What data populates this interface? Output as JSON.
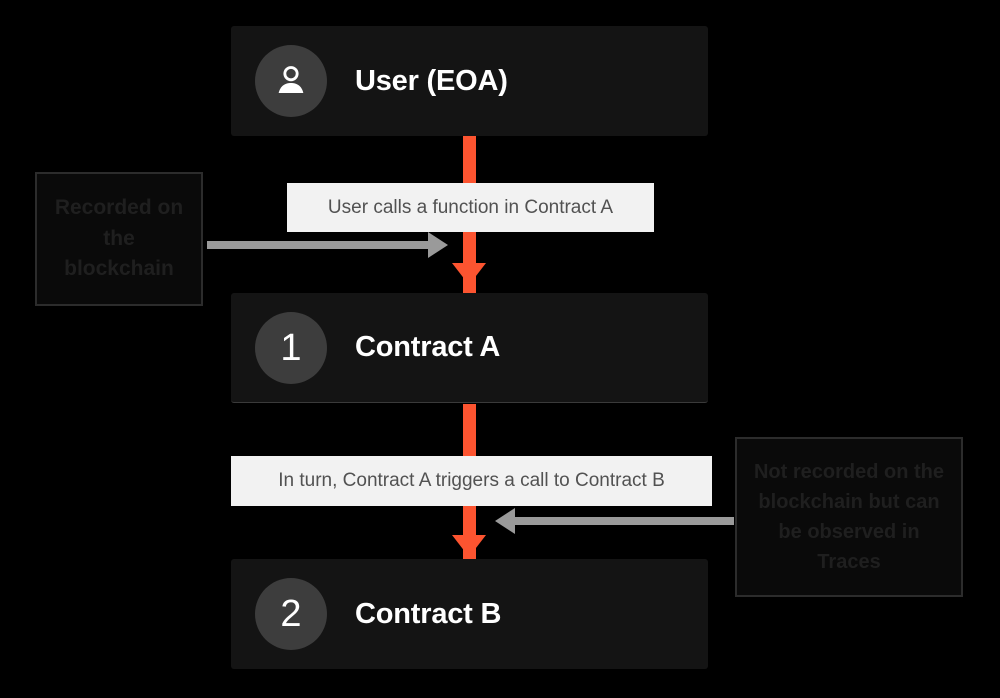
{
  "diagram": {
    "background_color": "#000000",
    "accent_color": "#FC5430",
    "gray_arrow_color": "#9A9A9A",
    "node_background": "#141414",
    "caption_background": "#F2F2F2"
  },
  "nodes": [
    {
      "badge": "user-icon",
      "badge_text": "",
      "label": "User (EOA)"
    },
    {
      "badge": "number",
      "badge_text": "1",
      "label": "Contract A"
    },
    {
      "badge": "number",
      "badge_text": "2",
      "label": "Contract B"
    }
  ],
  "captions": [
    {
      "text": "User calls a function in Contract A"
    },
    {
      "text": "In turn, Contract A triggers a call to Contract B"
    }
  ],
  "notes": [
    {
      "text": "Recorded on the blockchain"
    },
    {
      "text": "Not recorded on the blockchain but can be observed in Traces"
    }
  ]
}
